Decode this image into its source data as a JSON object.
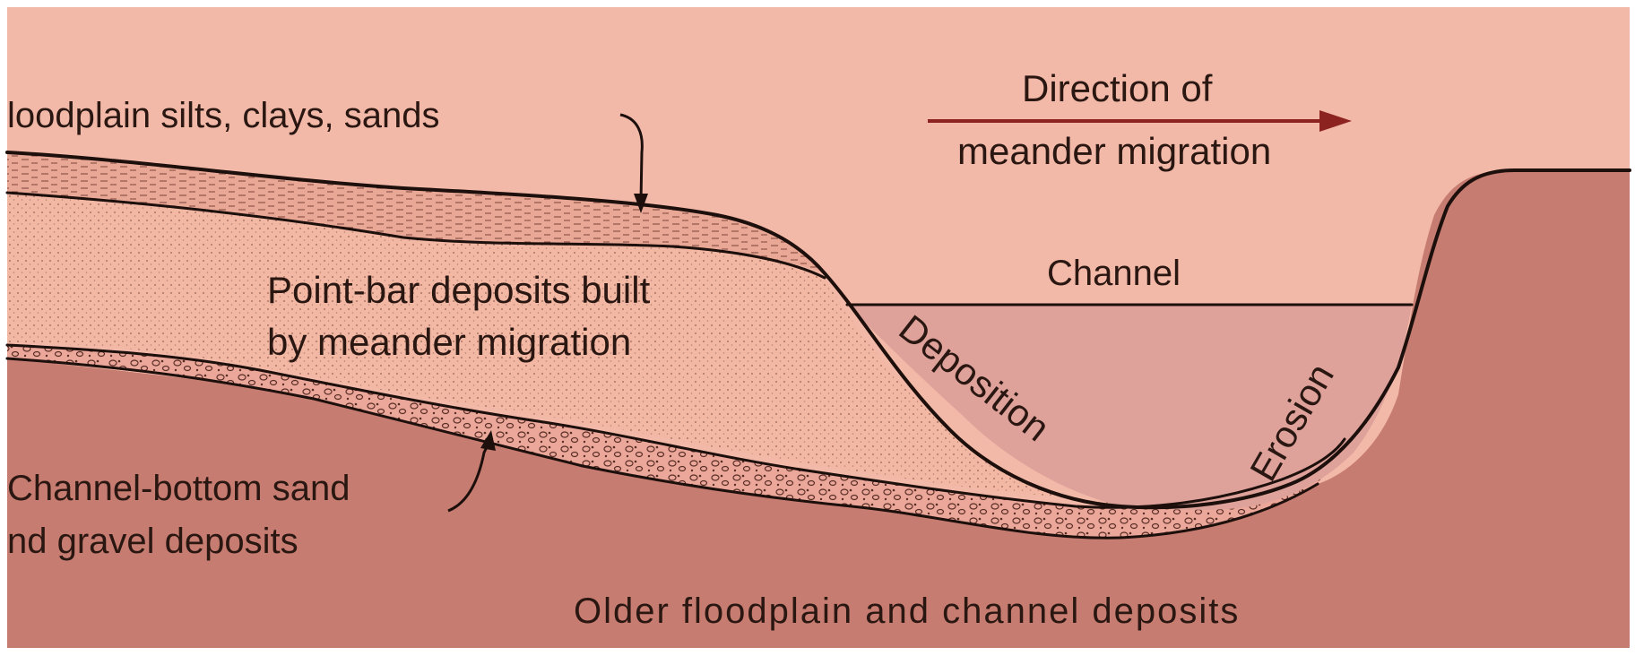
{
  "diagram": {
    "labels": {
      "floodplain": "loodplain silts, clays, sands",
      "direction_line1": "Direction of",
      "direction_line2": "meander migration",
      "channel": "Channel",
      "pointbar_line1": "Point-bar deposits built",
      "pointbar_line2": "by meander migration",
      "deposition": "Deposition",
      "erosion": "Erosion",
      "channel_bottom_line1": "Channel-bottom sand",
      "channel_bottom_line2": "nd gravel deposits",
      "older": "Older floodplain and channel deposits"
    },
    "colors": {
      "background": "#ffffff",
      "sky": "#f3b9a8",
      "older_deposits": "#c67c70",
      "point_bar": "#f2b8a4",
      "floodplain_layer": "#e9a896",
      "gravel": "#eba89a",
      "water": "#dea29a",
      "outline": "#1c0f0c",
      "arrow": "#8c2320"
    }
  }
}
